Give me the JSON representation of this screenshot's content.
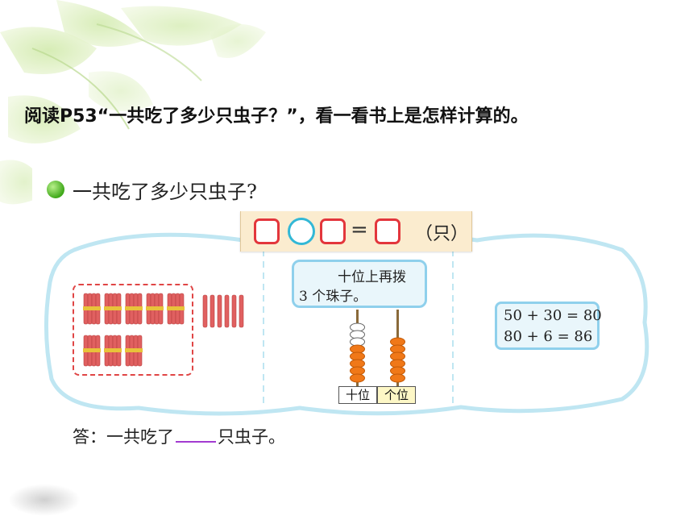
{
  "instruction": "阅读P53“一共吃了多少只虫子？”，看一看书上是怎样计算的。",
  "question": "一共吃了多少只虫子?",
  "equation": {
    "equals": "=",
    "unit": "（只）"
  },
  "hint": {
    "line1": "十位上再拨",
    "line2": "3 个珠子。"
  },
  "calculation": {
    "line1": "50 + 30 = 80",
    "line2": "80 + 6 = 86"
  },
  "abacus": {
    "tens_label": "十位",
    "ones_label": "个位"
  },
  "answer": {
    "prefix": "答：一共吃了",
    "suffix": "只虫子。"
  },
  "colors": {
    "red_box": "#e3363c",
    "blue_circle": "#33b8d6",
    "bead_orange": "#f07818",
    "stick_red": "#e06060",
    "cloud_border": "#bfe6f2"
  }
}
